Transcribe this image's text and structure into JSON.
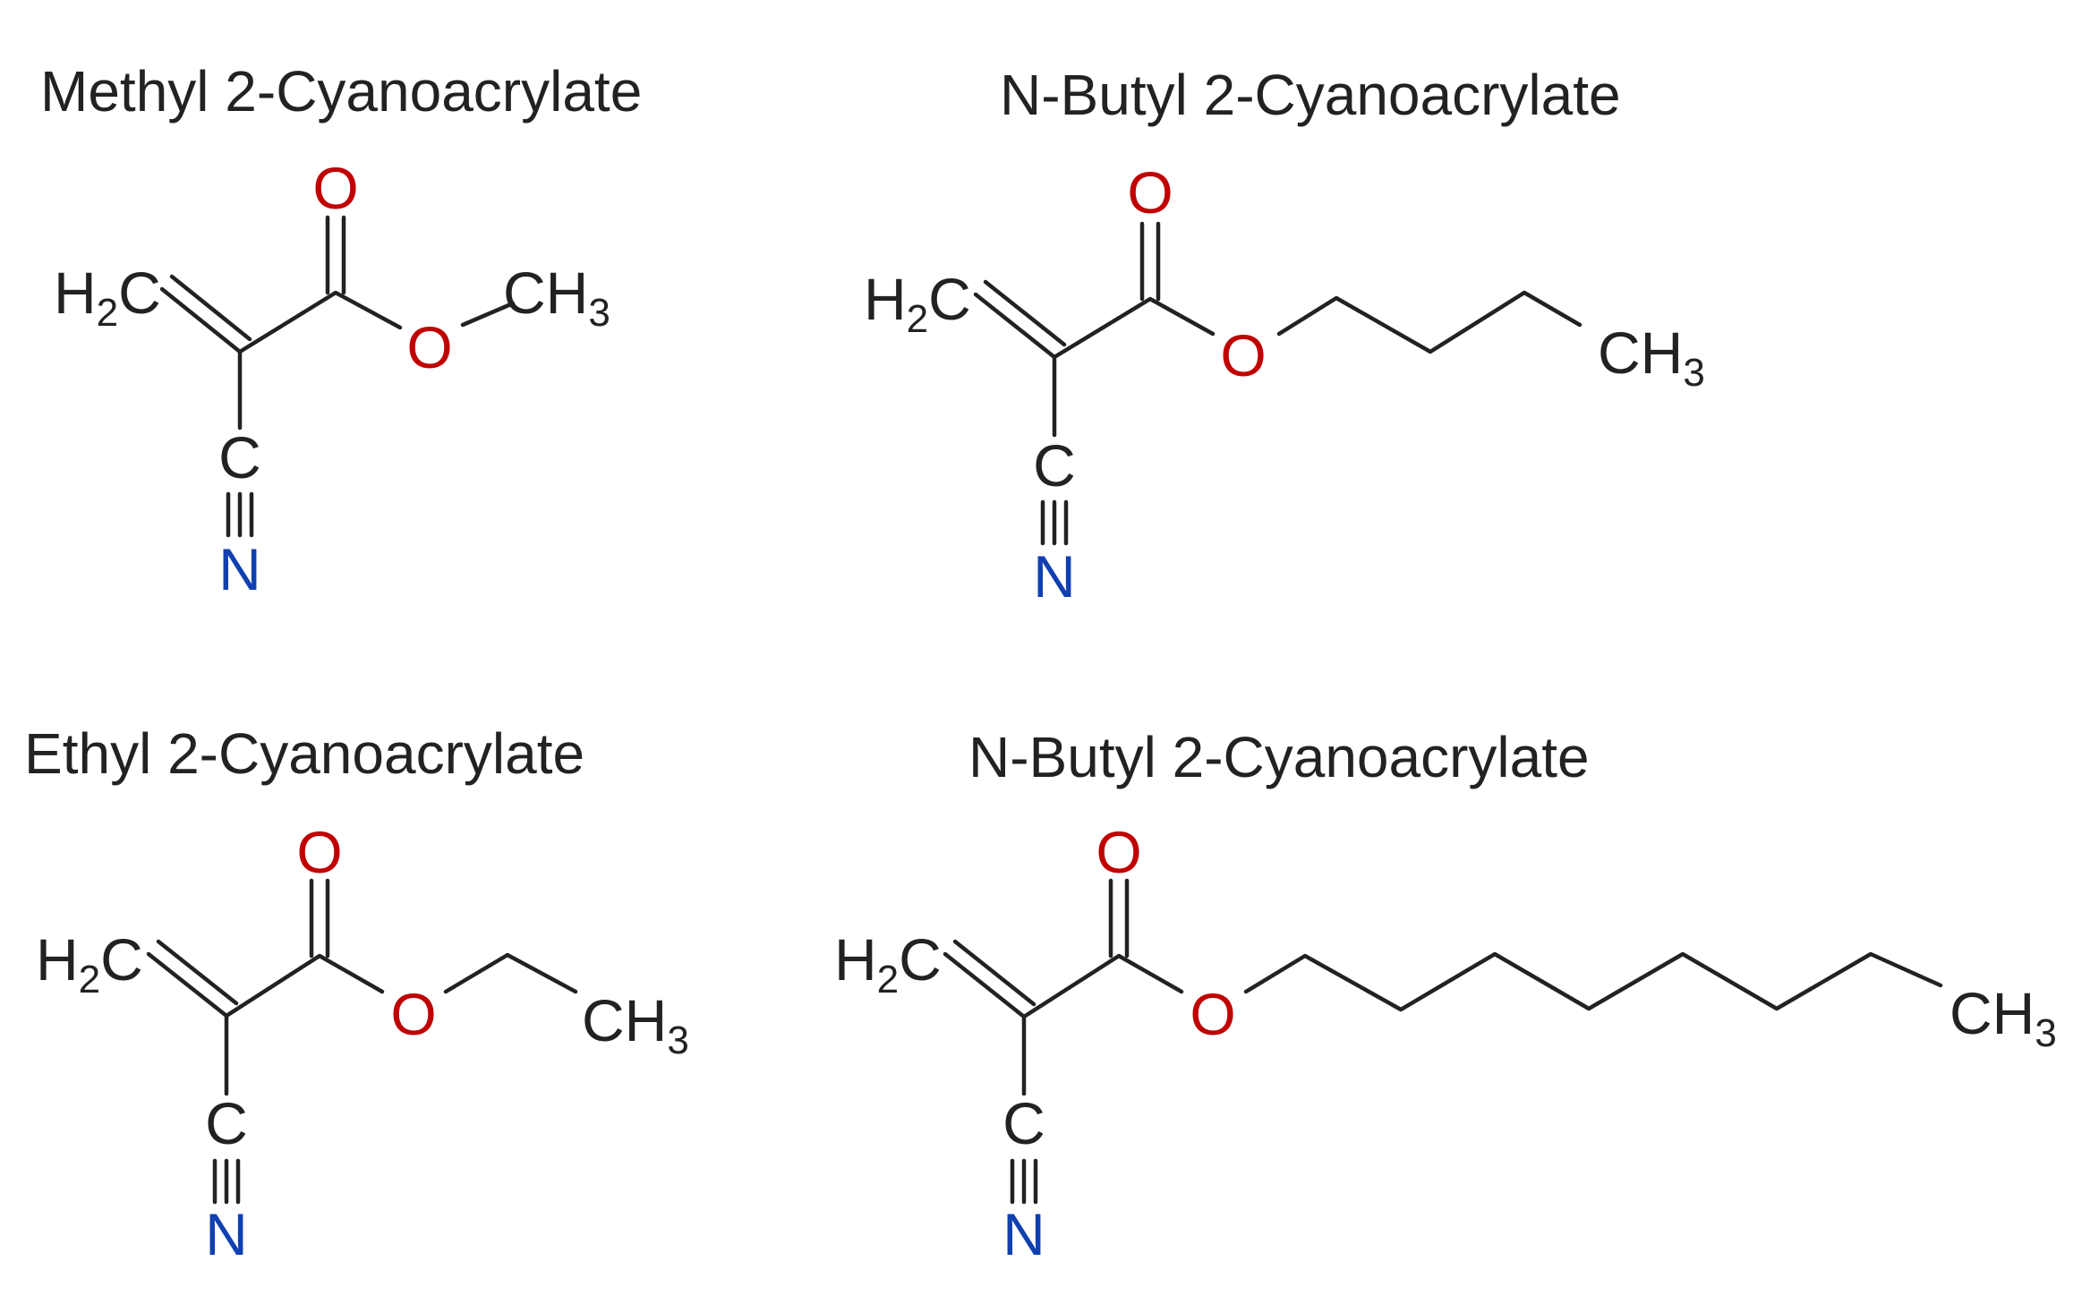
{
  "colors": {
    "carbon": "#222222",
    "oxygen": "#c00000",
    "nitrogen": "#1040b0",
    "background": "#ffffff"
  },
  "molecules": [
    {
      "title": "Methyl 2-Cyanoacrylate",
      "labels": {
        "methylene": "H",
        "methylene_sub": "2",
        "methylene_c": "C",
        "carbonyl_o": "O",
        "ester_o": "O",
        "nitrile_c": "C",
        "nitrile_n": "N",
        "terminal": "CH",
        "terminal_sub": "3"
      }
    },
    {
      "title": "N-Butyl 2-Cyanoacrylate",
      "labels": {
        "methylene": "H",
        "methylene_sub": "2",
        "methylene_c": "C",
        "carbonyl_o": "O",
        "ester_o": "O",
        "nitrile_c": "C",
        "nitrile_n": "N",
        "terminal": "CH",
        "terminal_sub": "3"
      }
    },
    {
      "title": "Ethyl 2-Cyanoacrylate",
      "labels": {
        "methylene": "H",
        "methylene_sub": "2",
        "methylene_c": "C",
        "carbonyl_o": "O",
        "ester_o": "O",
        "nitrile_c": "C",
        "nitrile_n": "N",
        "terminal": "CH",
        "terminal_sub": "3"
      }
    },
    {
      "title": "N-Butyl 2-Cyanoacrylate",
      "labels": {
        "methylene": "H",
        "methylene_sub": "2",
        "methylene_c": "C",
        "carbonyl_o": "O",
        "ester_o": "O",
        "nitrile_c": "C",
        "nitrile_n": "N",
        "terminal": "CH",
        "terminal_sub": "3"
      }
    }
  ]
}
